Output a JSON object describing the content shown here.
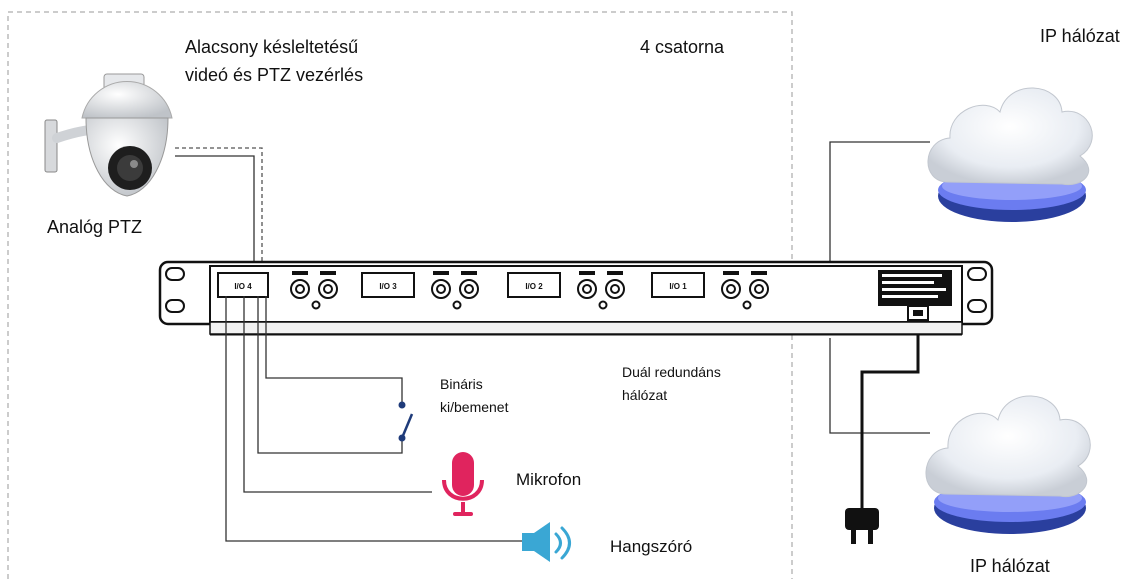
{
  "labels": {
    "latency_line1": "Alacsony késleltetésű",
    "latency_line2": "videó és PTZ vezérlés",
    "channels": "4 csatorna",
    "ip_network_top": "IP hálózat",
    "ip_network_bottom": "IP hálózat",
    "analog_ptz": "Analóg PTZ",
    "binary_line1": "Bináris",
    "binary_line2": "ki/bemenet",
    "dual_line1": "Duál redundáns",
    "dual_line2": "hálózat",
    "microphone": "Mikrofon",
    "speaker": "Hangszóró"
  },
  "device": {
    "io_ports": [
      "I/O 4",
      "I/O 3",
      "I/O 2",
      "I/O 1"
    ]
  },
  "colors": {
    "line": "#333333",
    "rack_outline": "#111111",
    "cloud_base": "#2a3f9e",
    "cloud_glow": "#6b7cf0",
    "microphone": "#e0245e",
    "speaker": "#3aa7d4",
    "dashed_border": "#bbbbbb"
  },
  "icons": [
    "ptz-camera-icon",
    "cloud-icon",
    "switch-icon",
    "microphone-icon",
    "speaker-icon",
    "power-plug-icon"
  ]
}
